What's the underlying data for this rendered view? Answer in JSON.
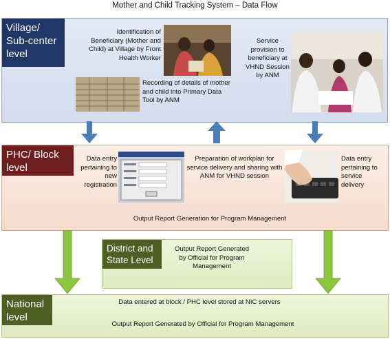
{
  "title": "Mother and Child Tracking System – Data Flow",
  "levels": {
    "village": "Village/ Sub-center level",
    "phc": "PHC/ Block level",
    "district": "District and State Level",
    "national": "National level"
  },
  "village": {
    "identification": "Identification of Beneficiary (Mother and Child) at Village by Front Health Worker",
    "recording": "Recording of details of mother and child into Primary Data Tool by ANM",
    "service": "Service provision to beneficiary at VHND Session by ANM"
  },
  "phc": {
    "data_entry_new": "Data entry pertaining to new registration",
    "workplan": "Preparation of workplan for service delivery and sharing with ANM for VHND session",
    "data_entry_service": "Data entry pertaining to service delivery",
    "output": "Output Report Generation for Program Management"
  },
  "district": {
    "output": "Output Report Generated by Official for Program Management"
  },
  "national": {
    "stored": "Data entered at block / PHC level stored at NIC servers",
    "output": "Output Report Generated by Official for Program Management"
  },
  "colors": {
    "village_label": "#1f3868",
    "phc_label": "#6e1e1e",
    "green_label": "#4f5f24",
    "blue_arrow": "#4a7eb8",
    "green_arrow": "#8cc63e"
  }
}
